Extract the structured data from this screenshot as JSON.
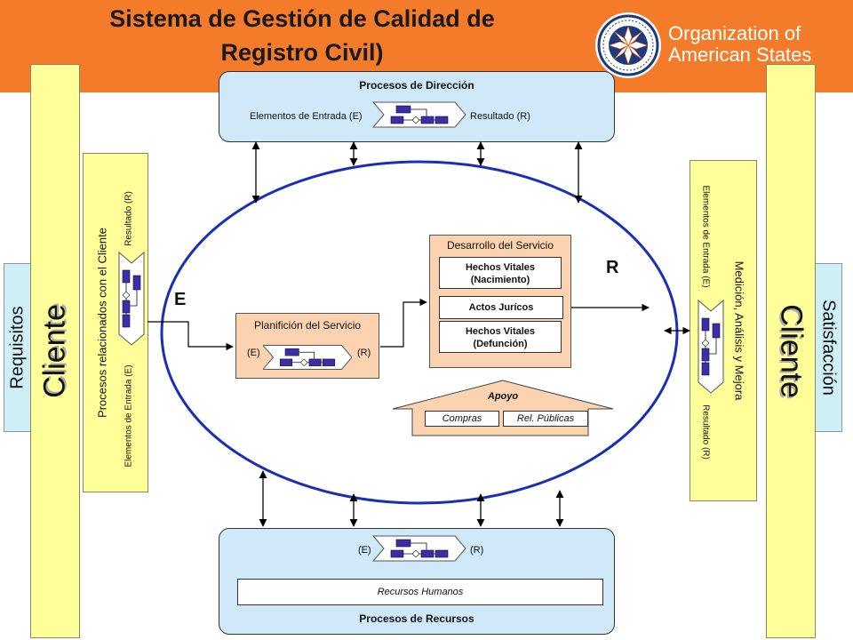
{
  "header": {
    "title_line1": "Sistema de Gestión de Calidad de",
    "title_line2": "Registro Civil)",
    "org_line1": "Organization of",
    "org_line2": "American States"
  },
  "left": {
    "tab_label": "Requisitos",
    "bar_label": "Cliente",
    "panel_title": "Procesos relacionados con el Cliente",
    "input_label": "Elementos de Entrada (E)",
    "output_label": "Resultado (R)"
  },
  "right": {
    "tab_label": "Satisfacción",
    "bar_label": "Cliente",
    "panel_title": "Medición, Análisis y Mejora",
    "input_label": "Elementos de Entrada (E)",
    "output_label": "Resultado (R)"
  },
  "direccion": {
    "title": "Procesos de Dirección",
    "input_label": "Elementos de Entrada (E)",
    "output_label": "Resultado (R)"
  },
  "recursos": {
    "title": "Procesos de Recursos",
    "input_label": "(E)",
    "output_label": "(R)",
    "item": "Recursos Humanos"
  },
  "planificacion": {
    "title": "Planifición del Servicio",
    "input_label": "(E)",
    "output_label": "(R)"
  },
  "desarrollo": {
    "title": "Desarrollo del Servicio",
    "items": [
      "Hechos Vitales\n(Nacimiento)",
      "Actos Jurícos",
      "Hechos Vitales\n(Defunción)"
    ]
  },
  "apoyo": {
    "title": "Apoyo",
    "items": [
      "Compras",
      "Rel. Públicas"
    ]
  },
  "flow": {
    "entry_letter": "E",
    "result_letter": "R"
  },
  "colors": {
    "header": "#f47b2a",
    "cliente": "#ffff99",
    "tab": "#cfeff7",
    "process": "#cfe9f8",
    "orange": "#fbd3b0",
    "ellipse": "#1a2fb8",
    "block": "#3a2fa8"
  }
}
